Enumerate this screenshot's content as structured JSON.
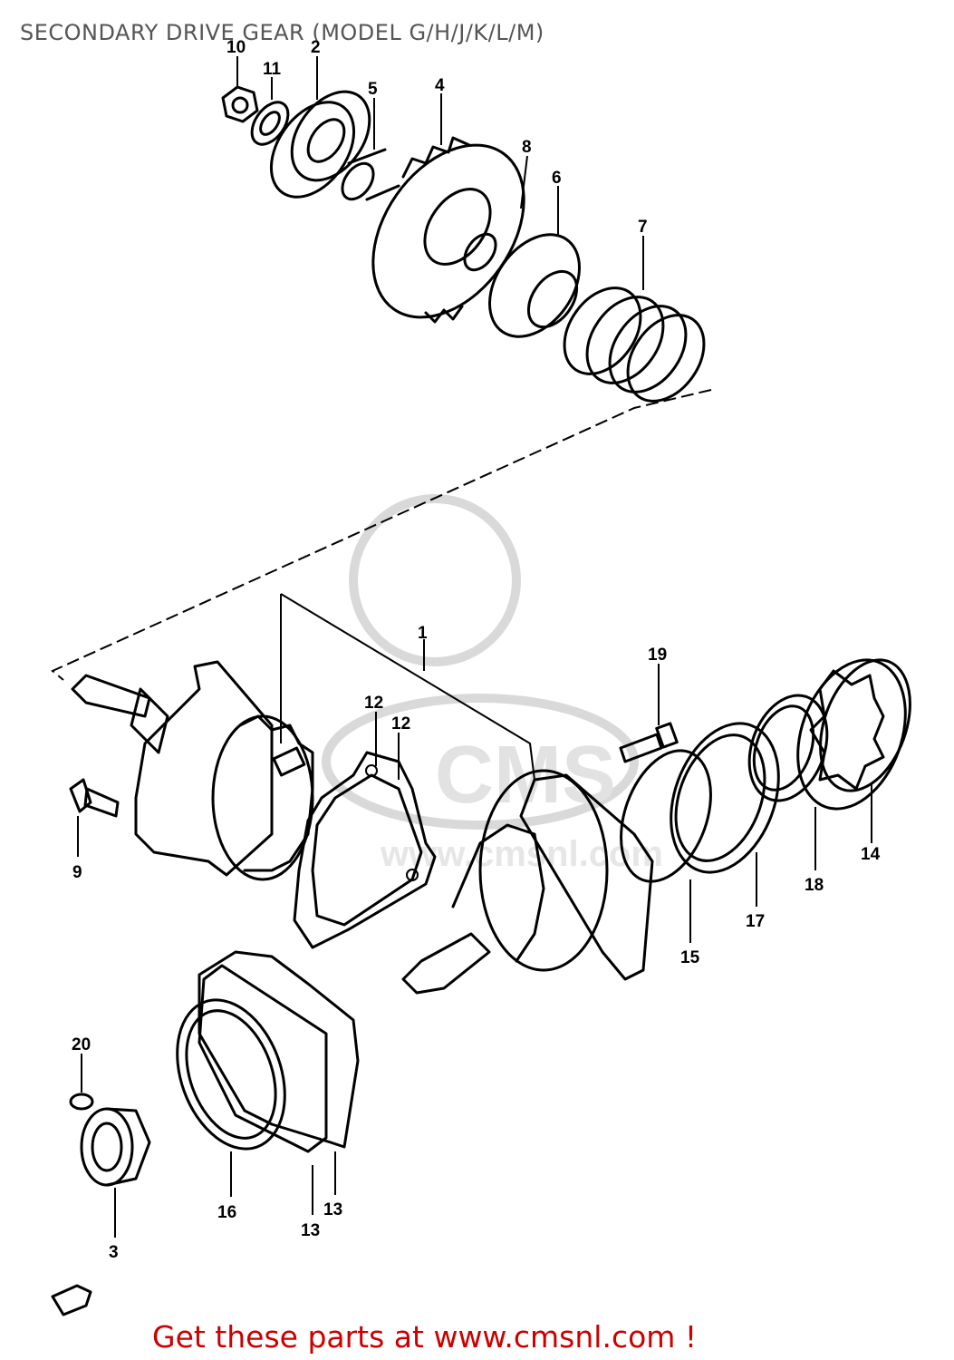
{
  "title": "SECONDARY DRIVE GEAR (MODEL G/H/J/K/L/M)",
  "footer": "Get these parts at www.cmsnl.com !",
  "colors": {
    "title": "#555555",
    "footer": "#cc0000",
    "lines": "#000000",
    "watermark": "#d9d9d9"
  },
  "watermark": {
    "logo_text": "CMS",
    "url_text": "www.cmsnl.com"
  },
  "parts": [
    {
      "id": "1",
      "label": "1"
    },
    {
      "id": "2",
      "label": "2"
    },
    {
      "id": "3",
      "label": "3"
    },
    {
      "id": "4",
      "label": "4"
    },
    {
      "id": "5",
      "label": "5"
    },
    {
      "id": "6",
      "label": "6"
    },
    {
      "id": "7",
      "label": "7"
    },
    {
      "id": "8",
      "label": "8"
    },
    {
      "id": "9",
      "label": "9"
    },
    {
      "id": "10",
      "label": "10"
    },
    {
      "id": "11",
      "label": "11"
    },
    {
      "id": "12a",
      "label": "12"
    },
    {
      "id": "12b",
      "label": "12"
    },
    {
      "id": "13a",
      "label": "13"
    },
    {
      "id": "13b",
      "label": "13"
    },
    {
      "id": "14",
      "label": "14"
    },
    {
      "id": "15",
      "label": "15"
    },
    {
      "id": "16",
      "label": "16"
    },
    {
      "id": "17",
      "label": "17"
    },
    {
      "id": "18",
      "label": "18"
    },
    {
      "id": "19",
      "label": "19"
    },
    {
      "id": "20",
      "label": "20"
    }
  ]
}
